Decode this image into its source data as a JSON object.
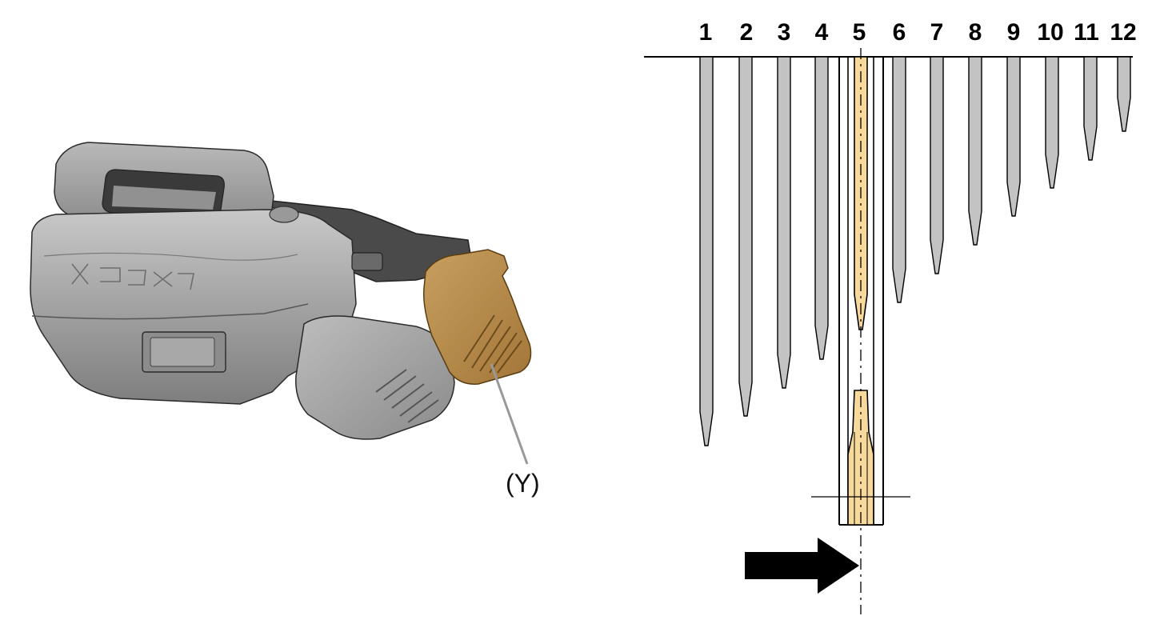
{
  "callout": {
    "label": "(Y)"
  },
  "pin_scale": {
    "numbers": [
      "1",
      "2",
      "3",
      "4",
      "5",
      "6",
      "7",
      "8",
      "9",
      "10",
      "11",
      "12"
    ],
    "selected": "5"
  },
  "colors": {
    "pin_fill": "#c3c3c3",
    "highlight_fill": "#f7d99c",
    "tool_body": "#a9a9a9",
    "tool_part_y": "#b48a4c",
    "outline": "#000000"
  },
  "icons": {
    "direction_arrow": "arrow-right-icon"
  }
}
